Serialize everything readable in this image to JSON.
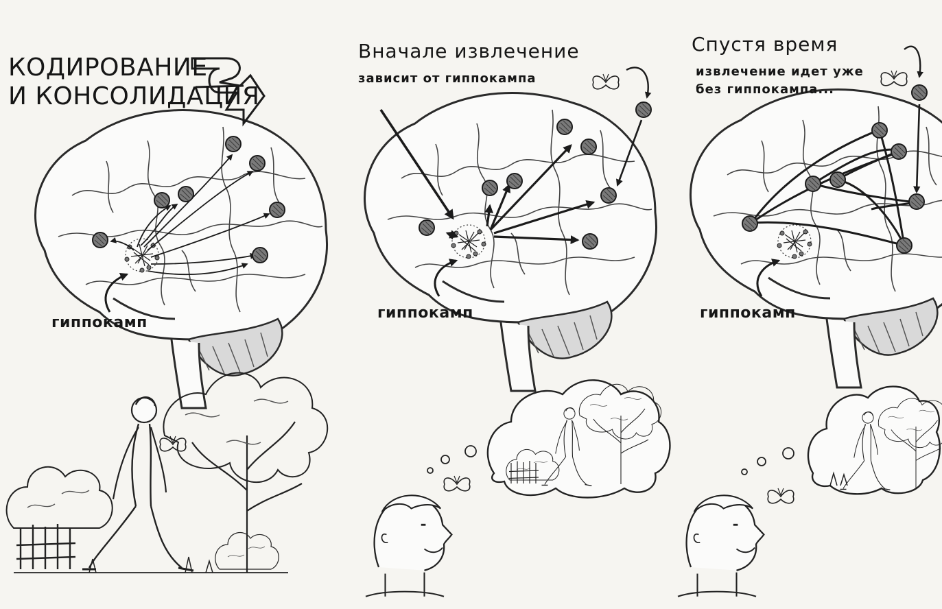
{
  "panels": [
    {
      "id": "encoding",
      "caption_line1": "КОДИРОВАНИЕ",
      "caption_line2": "И КОНСОЛИДАЦИЯ",
      "label": "гиппокамп"
    },
    {
      "id": "early",
      "caption_line1": "Вначале извлечение",
      "caption_line2": "зависит от гиппокампа",
      "label": "гиппокамп"
    },
    {
      "id": "later",
      "caption_line1": "Спустя время",
      "caption_line2": "извлечение идет уже",
      "caption_line3": "без гиппокампа...",
      "label": "гиппокамп"
    }
  ],
  "icons": {
    "brain": "brain-icon",
    "hippocampus": "hippocampus-icon",
    "memory_node": "memory-node-icon",
    "butterfly": "butterfly-icon",
    "person": "person-icon",
    "tree": "tree-icon",
    "bush": "bush-icon",
    "fence": "fence-icon",
    "thought_bubble": "thought-bubble-icon"
  },
  "colors": {
    "ink": "#1b1b1b",
    "node_fill": "#7a7a7a",
    "paper": "#f6f5f1"
  }
}
